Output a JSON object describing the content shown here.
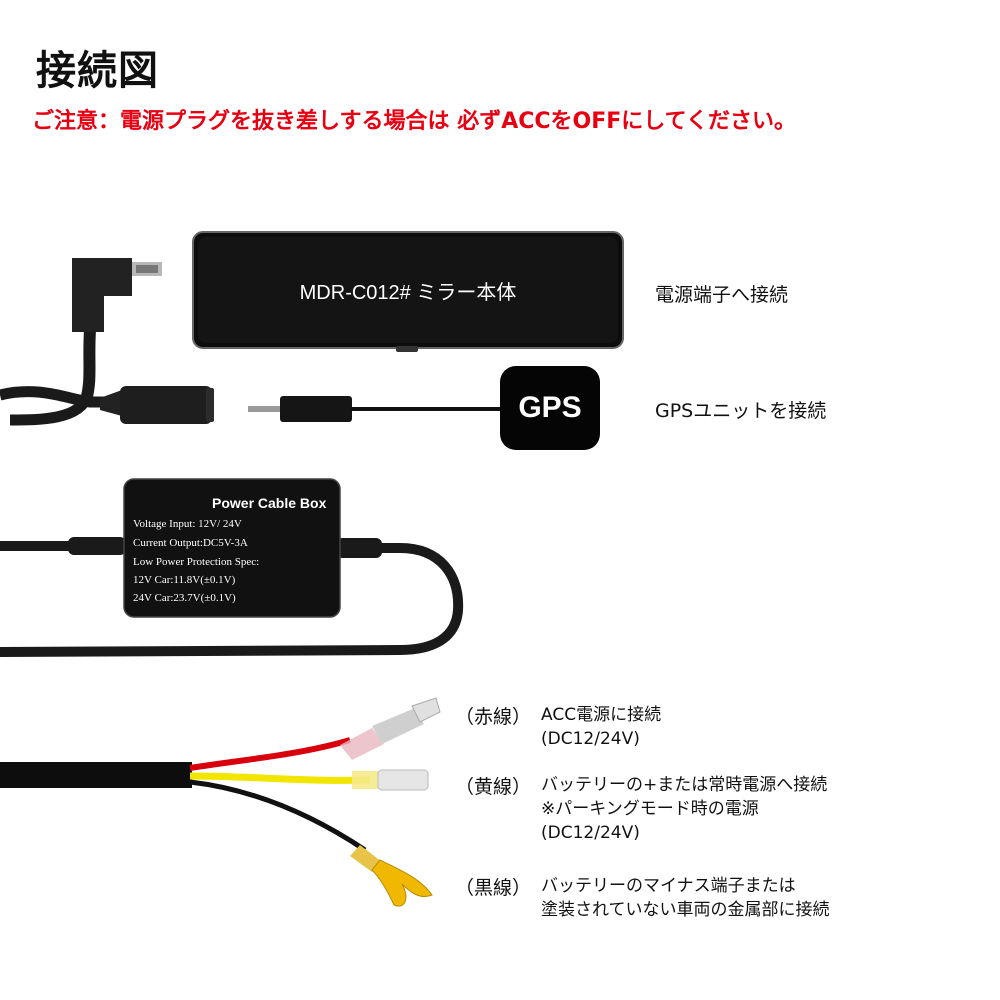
{
  "title": "接続図",
  "caution": "ご注意：電源プラグを抜き差しする場合は 必ずACCをOFFにしてください。",
  "mirror": {
    "label": "MDR-C012# ミラー本体",
    "connect_label": "電源端子へ接続"
  },
  "gps": {
    "badge": "GPS",
    "connect_label": "GPSユニットを接続"
  },
  "power_box": {
    "title": "Power Cable Box",
    "lines": [
      "Voltage Input: 12V/ 24V",
      "Current Output:DC5V-3A",
      "Low Power Protection Spec:",
      "12V Car:11.8V(±0.1V)",
      "24V Car:23.7V(±0.1V)"
    ]
  },
  "wires": [
    {
      "tag": "（赤線）",
      "lines": [
        "ACC電源に接続",
        "(DC12/24V)"
      ]
    },
    {
      "tag": "（黄線）",
      "lines": [
        "バッテリーの+または常時電源へ接続",
        "※パーキングモード時の電源",
        "(DC12/24V)"
      ]
    },
    {
      "tag": "（黒線）",
      "lines": [
        "バッテリーのマイナス端子または",
        "塗装されていない車両の金属部に接続"
      ]
    }
  ],
  "colors": {
    "caution": "#e60012",
    "red_wire": "#d9000d",
    "yellow_wire": "#f2e600",
    "black_wire": "#111111"
  }
}
